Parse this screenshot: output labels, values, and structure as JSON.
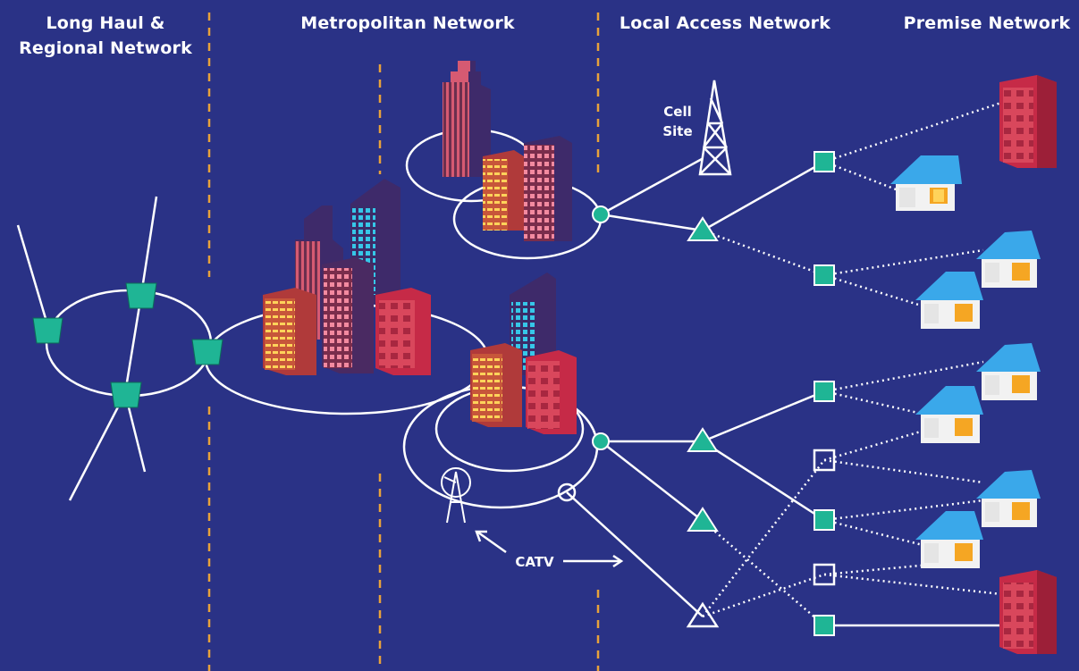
{
  "columns": {
    "long_haul": "Long Haul &\nRegional Network",
    "metro": "Metropolitan Network",
    "local_access": "Local Access Network",
    "premise": "Premise Network"
  },
  "labels": {
    "cell_site": "Cell\nSite",
    "catv": "CATV"
  },
  "colors": {
    "background": "#2a3286",
    "divider": "#e8a23a",
    "node": "#1fb595",
    "line": "#ffffff",
    "house_roof": "#3aa8ea",
    "house_wall": "#f2f2f2",
    "window": "#f5a623",
    "tower_building": "#c62a47",
    "skyscraper_dark": "#3e2a6a",
    "skyscraper_pink": "#d14b66",
    "skyscraper_orange": "#f2903a"
  },
  "icons": [
    "cell-tower-icon",
    "catv-tower-icon",
    "house-icon",
    "apartment-building-icon",
    "skyscraper-icon",
    "trapezoid-node-icon",
    "square-node-icon",
    "triangle-node-icon",
    "circle-node-icon"
  ]
}
